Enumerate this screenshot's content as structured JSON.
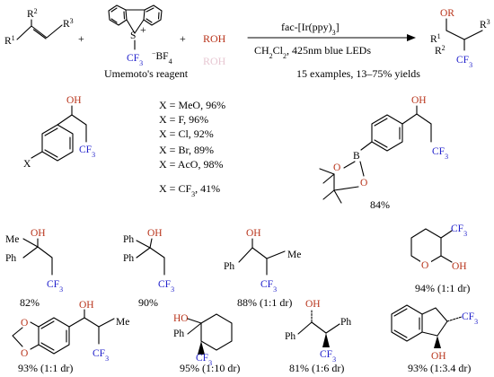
{
  "colors": {
    "cf3": "#2222cc",
    "oxygen": "#b8331a",
    "faint_text": "#e7c7d2",
    "bonds": "#000000"
  },
  "reaction": {
    "alkene": {
      "r1": "R",
      "r1_sub": "1",
      "r2": "R",
      "r2_sub": "2",
      "r3": "R",
      "r3_sub": "3"
    },
    "plus": "+",
    "reagent": {
      "atom": "S",
      "charge": "+",
      "cf3": "CF",
      "cf3_sub": "3",
      "counterion": "BF",
      "counterion_sub": "4",
      "counterion_charge": "−",
      "name": "Umemoto's reagent"
    },
    "alcohol": "ROH",
    "alcohol_faint": "ROH",
    "conditions_above": {
      "prefix": "fac-[Ir(ppy)",
      "sub": "3",
      "suffix": "]"
    },
    "conditions_below": {
      "prefix": "CH",
      "sub1": "2",
      "mid": "Cl",
      "sub2": "2",
      "suffix": ", 425nm blue LEDs"
    },
    "product": {
      "or": "OR",
      "r1": "R",
      "r1_sub": "1",
      "r2": "R",
      "r2_sub": "2",
      "r3": "R",
      "r3_sub": "3",
      "cf3": "CF",
      "cf3_sub": "3"
    },
    "scope_summary": "15 examples, 13–75% yields"
  },
  "aryl_series": {
    "x": "X",
    "oh": "OH",
    "cf3": "CF",
    "cf3_sub": "3",
    "entries": [
      {
        "group": "MeO",
        "yield": "96%"
      },
      {
        "group": "F",
        "yield": "96%"
      },
      {
        "group": "Cl",
        "yield": "92%"
      },
      {
        "group": "Br",
        "yield": "89%"
      },
      {
        "group": "AcO",
        "yield": "98%"
      },
      {
        "group": "CF",
        "group_sub": "3",
        "yield": "41%"
      }
    ],
    "label_prefix": "X = "
  },
  "boronate_product": {
    "oh": "OH",
    "cf3": "CF",
    "cf3_sub": "3",
    "o_top": "O",
    "o_bottom": "O",
    "b": "B",
    "yield": "84%"
  },
  "products": [
    {
      "id": "p1",
      "me": "Me",
      "ph": "Ph",
      "oh": "OH",
      "cf3": "CF",
      "cf3_sub": "3",
      "yield": "82%"
    },
    {
      "id": "p2",
      "ph1": "Ph",
      "ph2": "Ph",
      "oh": "OH",
      "cf3": "CF",
      "cf3_sub": "3",
      "yield": "90%"
    },
    {
      "id": "p3",
      "oh": "OH",
      "ph": "Ph",
      "me": "Me",
      "cf3": "CF",
      "cf3_sub": "3",
      "yield": "88% (1:1 dr)"
    },
    {
      "id": "p4",
      "o": "O",
      "oh": "OH",
      "cf3": "CF",
      "cf3_sub": "3",
      "yield": "94% (1:1 dr)"
    },
    {
      "id": "p5",
      "o1": "O",
      "o2": "O",
      "oh": "OH",
      "me": "Me",
      "cf3": "CF",
      "cf3_sub": "3",
      "yield": "93% (1:1 dr)"
    },
    {
      "id": "p6",
      "ho": "HO",
      "ph": "Ph",
      "cf3": "CF",
      "cf3_sub": "3",
      "yield": "95% (1:10 dr)"
    },
    {
      "id": "p7",
      "oh": "OH",
      "ph1": "Ph",
      "ph2": "Ph",
      "cf3": "CF",
      "cf3_sub": "3",
      "yield": "81% (1:6 dr)"
    },
    {
      "id": "p8",
      "cf3": "CF",
      "cf3_sub": "3",
      "oh": "OH",
      "yield": "93% (1:3.4 dr)"
    }
  ]
}
